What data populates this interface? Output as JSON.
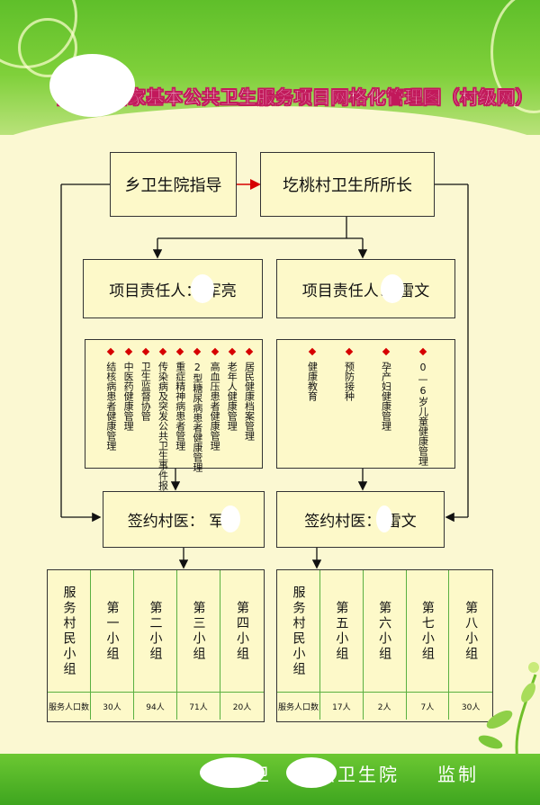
{
  "title": "省示范国家基本公共卫生服务项目网格化管理图（村级网）",
  "guide_box": "乡卫生院指导",
  "director_box": "圪桃村卫生所所长",
  "left_lead": "项目责任人：  军亮",
  "right_lead": "项目责任人：  雷文",
  "left_duties": [
    "居民健康档案管理",
    "老年人健康管理",
    "高血压患者健康管理",
    "2型糖尿病患者健康管理",
    "重症精神病患者管理",
    "传染病及突发公共卫生事件报告和处理",
    "卫生监督协管",
    "中医药健康管理",
    "结核病患者健康管理"
  ],
  "right_duties": [
    "0—6岁儿童健康管理",
    "孕产妇健康管理",
    "预防接种",
    "健康教育"
  ],
  "left_doctor": "签约村医：  军亮",
  "right_doctor": "签约村医：  雷文",
  "table_header": "服务村民小组",
  "pop_label": "服务人口数",
  "left_groups": [
    {
      "name": "第一小组",
      "pop": "30人"
    },
    {
      "name": "第二小组",
      "pop": "94人"
    },
    {
      "name": "第三小组",
      "pop": "71人"
    },
    {
      "name": "第四小组",
      "pop": "20人"
    }
  ],
  "right_groups": [
    {
      "name": "第五小组",
      "pop": "17人"
    },
    {
      "name": "第六小组",
      "pop": "2人"
    },
    {
      "name": "第七小组",
      "pop": "7人"
    },
    {
      "name": "第八小组",
      "pop": "30人"
    }
  ],
  "footer_left": "县卫",
  "footer_mid": "镇卫生院",
  "footer_right": "监制",
  "colors": {
    "accent_red": "#d60000",
    "band_green": "#5fbf2a",
    "paper": "#fbf8d2"
  }
}
